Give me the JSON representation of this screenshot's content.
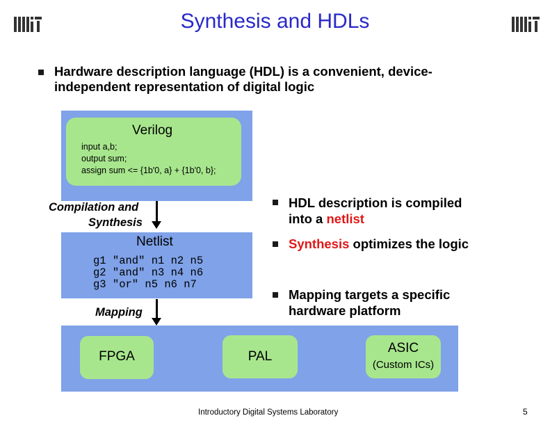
{
  "slide": {
    "title": "Synthesis and HDLs",
    "main_bullet": "Hardware description language (HDL) is a convenient, device-independent representation of digital logic",
    "footer": "Introductory Digital Systems Laboratory",
    "page_number": "5"
  },
  "verilog": {
    "title": "Verilog",
    "code": [
      "input a,b;",
      "output sum;",
      "assign sum <= {1b'0, a} + {1b'0, b};"
    ]
  },
  "compilation_label": [
    "Compilation and",
    "Synthesis"
  ],
  "netlist": {
    "title": "Netlist",
    "code": [
      "g1 \"and\" n1 n2 n5",
      "g2 \"and\" n3 n4 n6",
      "g3 \"or\" n5 n6 n7"
    ]
  },
  "mapping_label": "Mapping",
  "targets": {
    "fpga": "FPGA",
    "pal": "PAL",
    "asic": "ASIC",
    "asic_sub": "(Custom ICs)"
  },
  "right_bullets": {
    "b1_line1": "HDL description is compiled",
    "b1_line2_prefix": "into a ",
    "b1_highlight": "netlist",
    "b2_highlight": "Synthesis",
    "b2_rest": " optimizes the logic",
    "b3_line1": "Mapping targets a specific",
    "b3_line2": "hardware platform"
  },
  "colors": {
    "title": "#2929c8",
    "panel": "#7fa2e8",
    "green_box": "#a8e68e",
    "highlight": "#e01818"
  }
}
